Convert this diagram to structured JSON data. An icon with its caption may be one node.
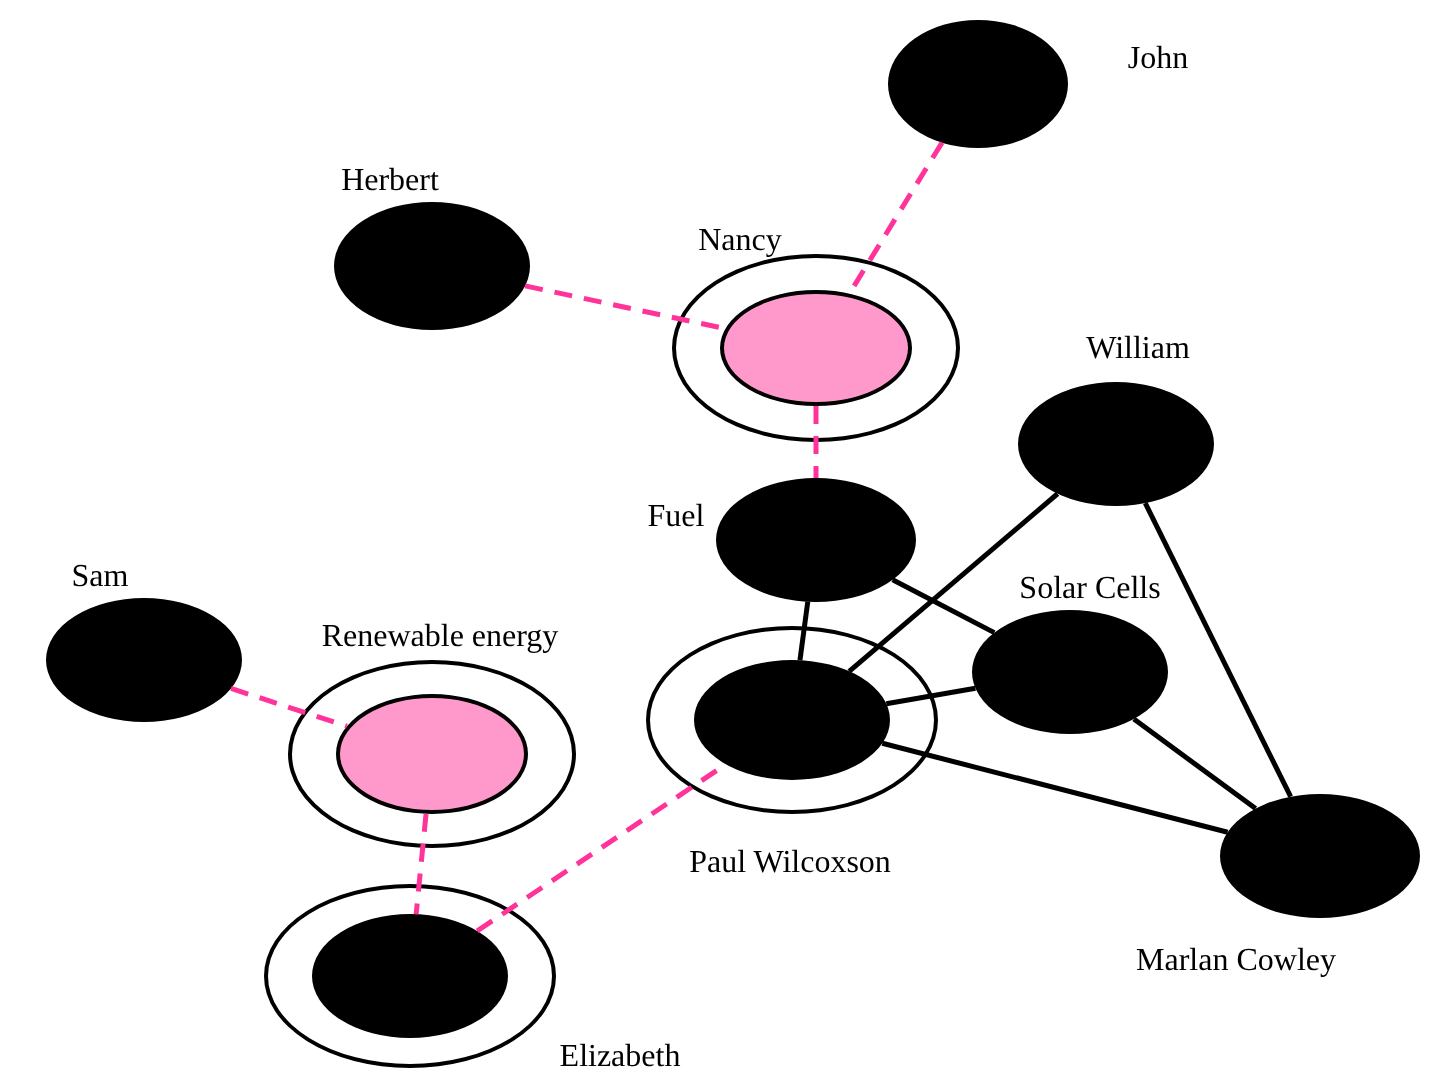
{
  "diagram": {
    "nodes": [
      {
        "text": [
          "John"
        ]
      },
      {
        "text": [
          "Herbert"
        ]
      },
      {
        "text": [
          "Nancy"
        ]
      },
      {
        "text": [],
        "shape": "circle",
        "in": 2
      },
      {
        "text": [
          "William"
        ]
      },
      {
        "text": [
          "Fuel"
        ]
      },
      {
        "text": [
          "Solar Cells"
        ]
      },
      {
        "text": [
          "Sam"
        ]
      },
      {
        "text": [
          "Renewable energy"
        ]
      },
      {
        "text": [],
        "shape": "circle",
        "in": 8
      },
      {
        "text": [
          "Paul Wilcoxson"
        ]
      },
      {
        "text": [],
        "shape": "circle",
        "in": 10
      },
      {
        "text": [
          "Marlan Cowley"
        ]
      },
      {
        "text": [
          "Elizabeth"
        ]
      },
      {
        "text": [],
        "shape": "circle",
        "in": 13
      }
    ],
    "edges": [
      {
        "from": 0,
        "to": 3,
        "arrow": "none",
        "style": "dashed",
        "color": "#ff3399"
      },
      {
        "from": 1,
        "to": 3,
        "arrow": "none",
        "style": "dashed",
        "color": "#ff3399"
      },
      {
        "from": 3,
        "to": 5,
        "arrow": "none",
        "style": "dashed",
        "color": "#ff3399"
      },
      {
        "from": 7,
        "to": 9,
        "arrow": "none",
        "style": "dashed",
        "color": "#ff3399"
      },
      {
        "from": 9,
        "to": 14,
        "arrow": "none",
        "style": "dashed",
        "color": "#ff3399"
      },
      {
        "from": 14,
        "to": 11,
        "arrow": "none",
        "style": "dashed",
        "color": "#ff3399"
      },
      {
        "from": 5,
        "to": 11,
        "arrow": "none"
      },
      {
        "from": 5,
        "to": 6,
        "arrow": "none"
      },
      {
        "from": 4,
        "to": 11,
        "arrow": "none"
      },
      {
        "from": 4,
        "to": 12,
        "arrow": "none"
      },
      {
        "from": 11,
        "to": 6,
        "arrow": "none"
      },
      {
        "from": 11,
        "to": 12,
        "arrow": "none"
      },
      {
        "from": 6,
        "to": 12,
        "arrow": "none"
      }
    ]
  }
}
